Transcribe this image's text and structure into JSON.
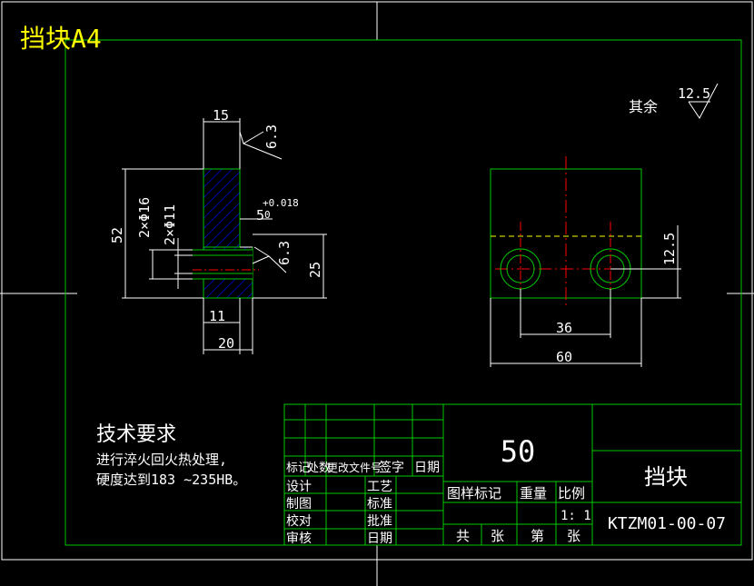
{
  "sheet": {
    "title": "挡块A4"
  },
  "drawing": {
    "left_view": {
      "dim_top_width": "15",
      "dim_height_total": "52",
      "dim_bore_large": "2×Φ16",
      "dim_bore_small": "2×Φ11",
      "dim_slot": "5",
      "dim_slot_tol": "+0.018",
      "dim_slot_tol_lower": "0",
      "dim_lower_height": "25",
      "dim_bottom_inner": "11",
      "dim_bottom_width": "20",
      "roughness_1": "6.3",
      "roughness_2": "6.3"
    },
    "right_view": {
      "dim_hole_spacing": "36",
      "dim_overall_width": "60",
      "dim_hole_height": "12.5"
    },
    "roughness_other": {
      "label": "其余",
      "value": "12.5"
    }
  },
  "tech_requirements": {
    "heading": "技术要求",
    "line1": "进行淬火回火热处理,",
    "line2": "硬度达到183 ~235HB。"
  },
  "title_block": {
    "quantity": "50",
    "part_name": "挡块",
    "drawing_number": "KTZM01-00-07",
    "rev_headers": [
      "标记",
      "处数",
      "更改文件号",
      "签字",
      "日期"
    ],
    "role_labels": [
      "设计",
      "制图",
      "校对",
      "审核"
    ],
    "process_labels": [
      "工艺",
      "标准",
      "批准",
      "日期"
    ],
    "mark_headers": [
      "图样标记",
      "重量",
      "比例"
    ],
    "scale": "1: 1",
    "sheet_labels": [
      "共",
      "张",
      "第",
      "张"
    ]
  },
  "colors": {
    "frame": "#00c800",
    "line": "#ffffff",
    "title": "#ffff00",
    "center": "#ff0000",
    "hatch": "#0000ff",
    "hidden": "#ffff00"
  }
}
